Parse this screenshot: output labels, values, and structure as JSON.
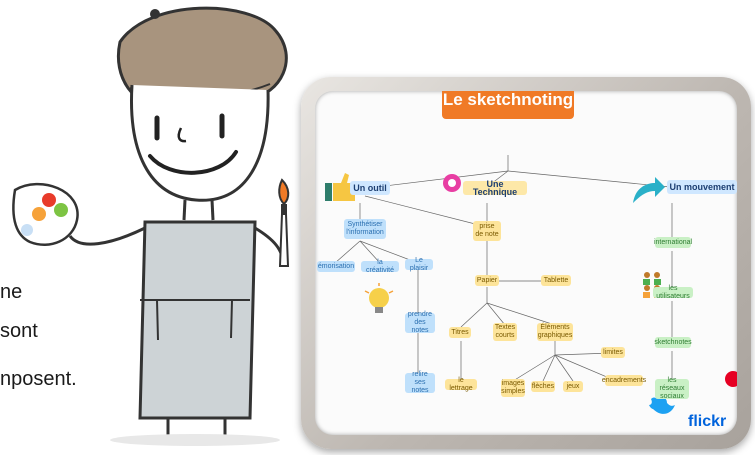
{
  "left_caption": {
    "line1": "ne",
    "line2": "sont",
    "line3": "nposent."
  },
  "mind_map": {
    "title": "Le sketchnoting",
    "main_branches": [
      "Un outil",
      "Une Technique",
      "Un mouvement"
    ],
    "outil_nodes": [
      "Synthétiser l'information",
      "émorisation",
      "la créativité",
      "Le plaisir",
      "prendre des notes",
      "relire ses notes"
    ],
    "technique_nodes": [
      "prise de note",
      "Papier",
      "Tablette",
      "Titres",
      "Textes courts",
      "Éléments graphiques",
      "le lettrage",
      "images simples",
      "flèches",
      "jeux",
      "limites",
      "encadrements"
    ],
    "mouvement_nodes": [
      "international",
      "les utilisateurs",
      "sketchnotes",
      "les réseaux sociaux"
    ],
    "brand_text": "flickr"
  },
  "icons": [
    "artist-icon",
    "palette-icon",
    "brush-icon",
    "thumbs-up-icon",
    "brain-icon",
    "arrow-icon",
    "lightbulb-icon",
    "people-icon",
    "twitter-icon",
    "pinterest-icon"
  ],
  "colors": {
    "title_orange": "#f07a26",
    "blue_node": "#bfe0fb",
    "yellow_node": "#fde49a",
    "green_node": "#c9f0c5",
    "beret": "#a8947e"
  }
}
